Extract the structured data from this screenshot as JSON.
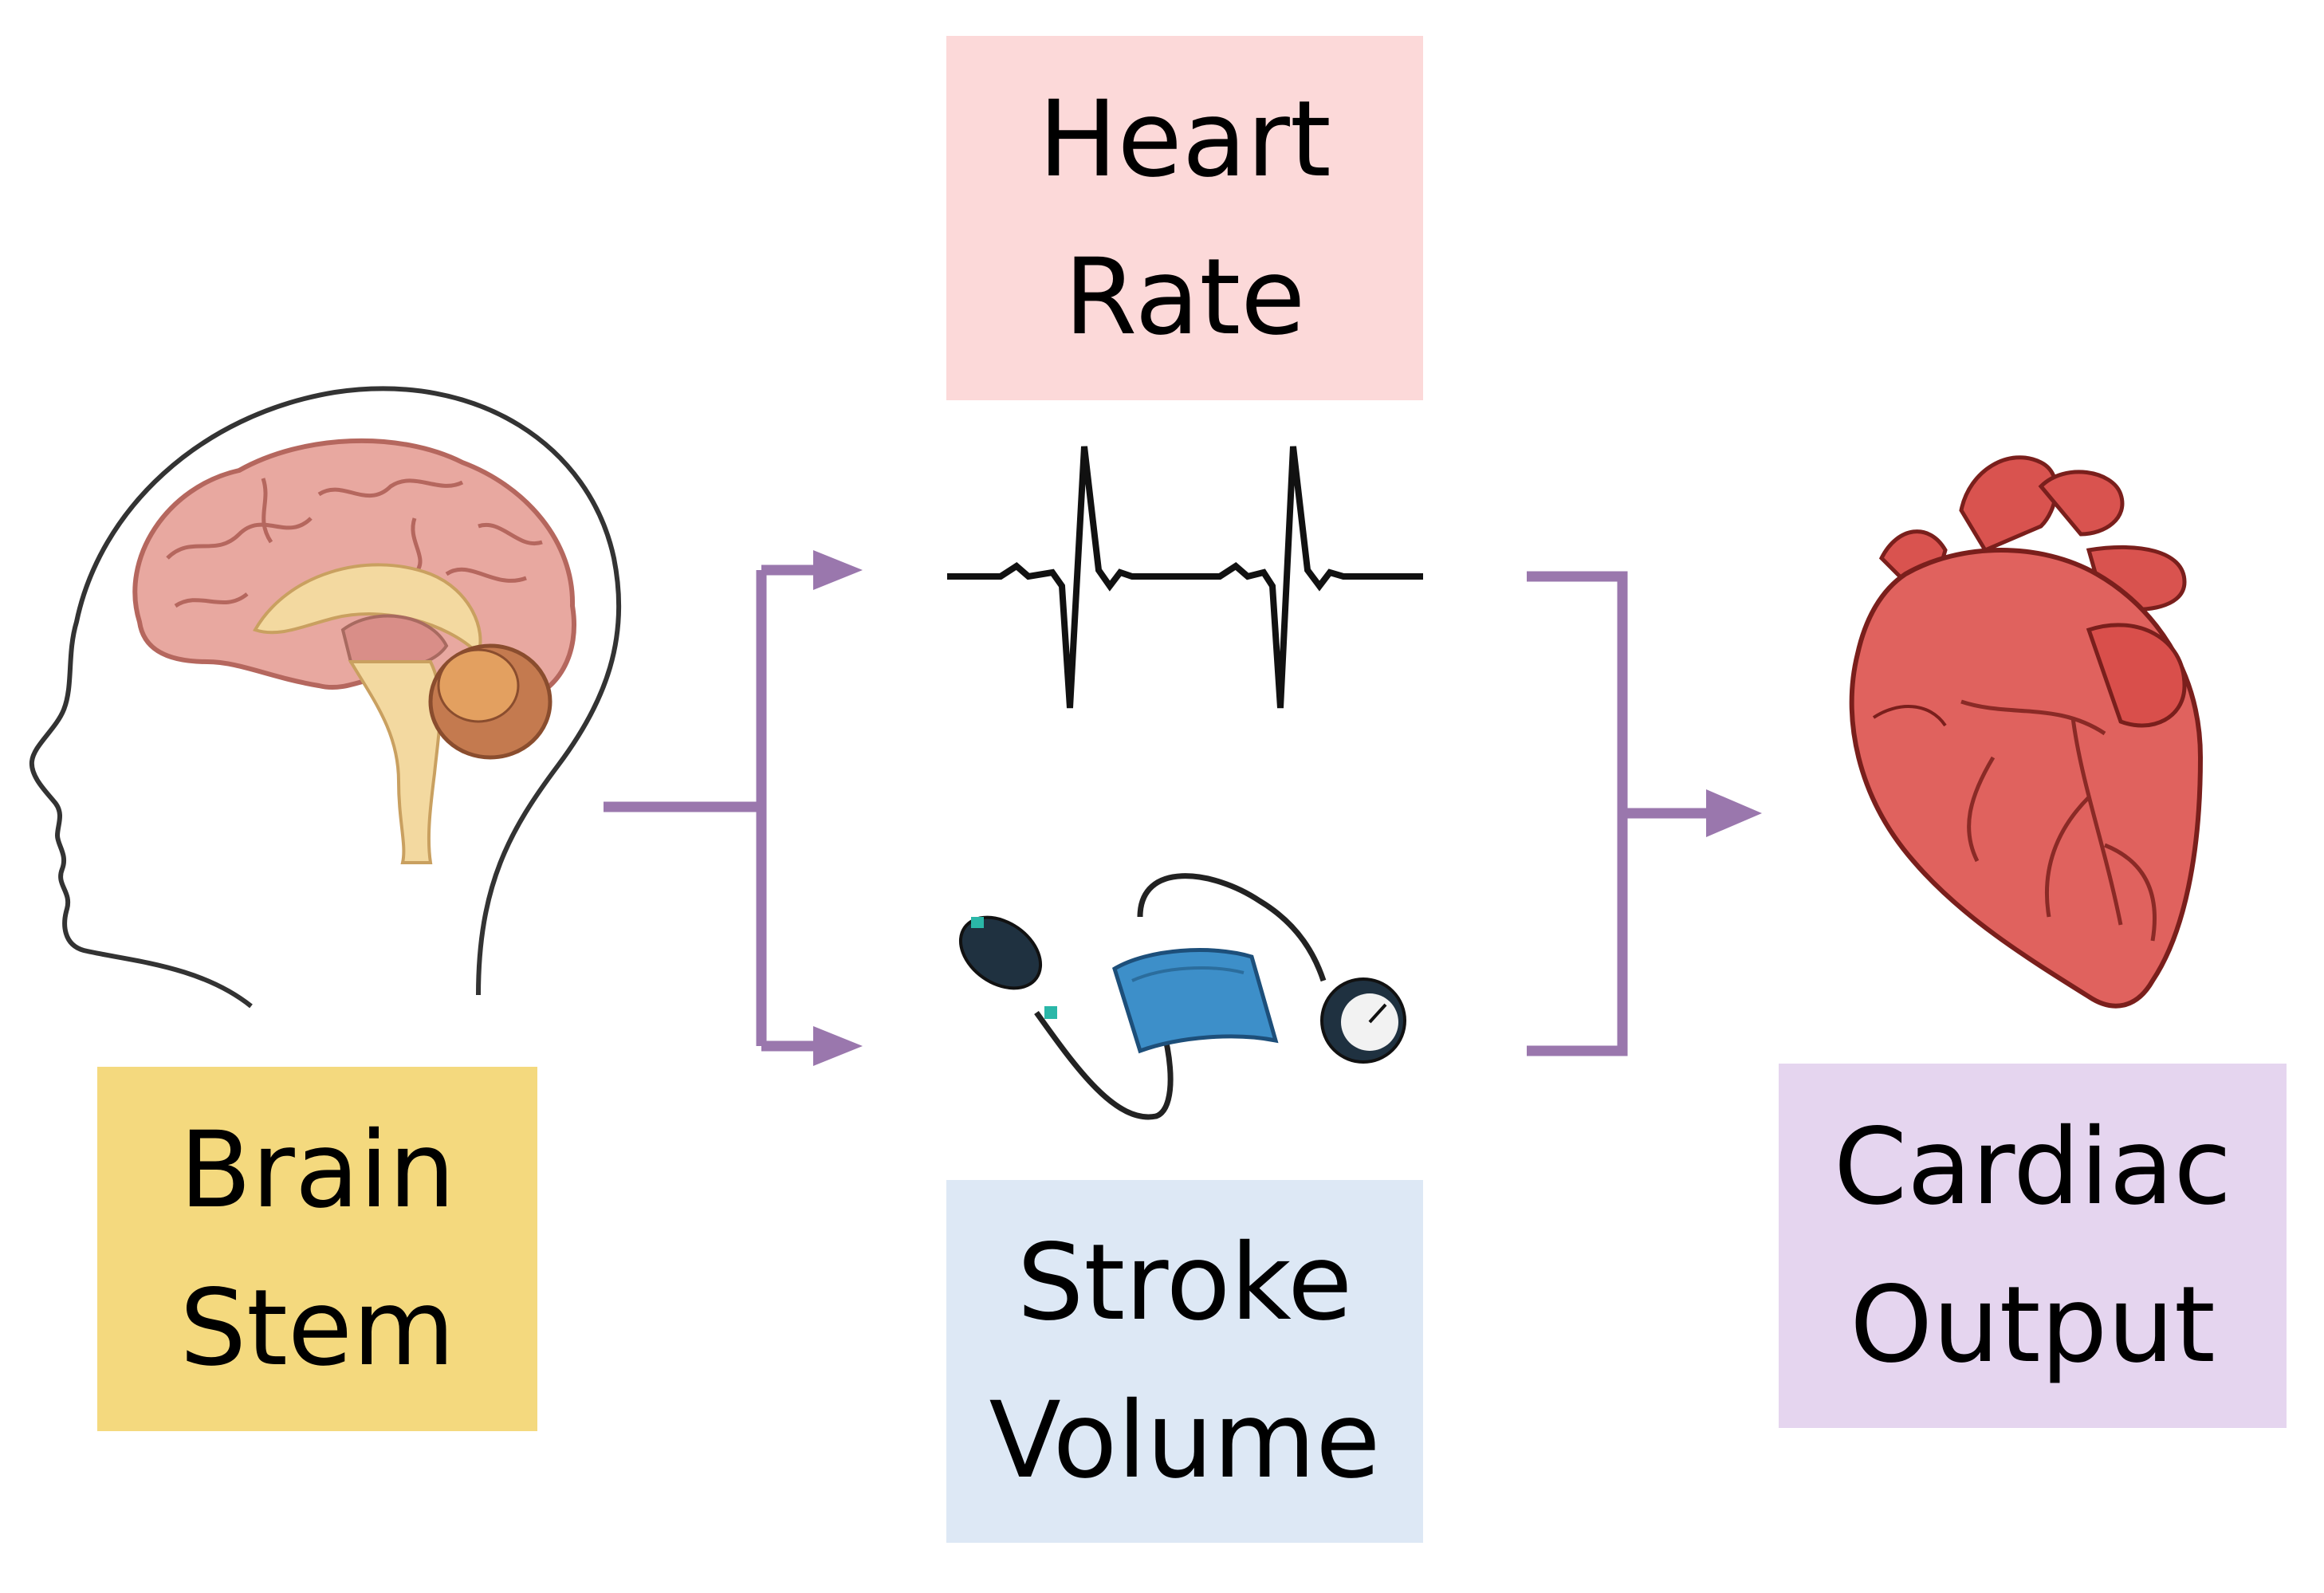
{
  "colors": {
    "heart_rate_box": "#fcd9d9",
    "brain_stem_box": "#f4d97e",
    "stroke_volume_box": "#dde8f5",
    "cardiac_output_box": "#e5d5ef",
    "arrow": "#9a77ad",
    "ecg_line": "#111111",
    "brain": "#e8a8a0",
    "heart": "#e0625e",
    "cuff": "#3d8fc9"
  },
  "labels": {
    "heart_rate": [
      "Heart",
      "Rate"
    ],
    "brain_stem": [
      "Brain",
      "Stem"
    ],
    "stroke_volume": [
      "Stroke",
      "Volume"
    ],
    "cardiac_output": [
      "Cardiac",
      "Output"
    ]
  },
  "icons": {
    "head": "head-brain-icon",
    "ecg": "ecg-trace-icon",
    "sphygmomanometer": "blood-pressure-cuff-icon",
    "heart": "anatomical-heart-icon"
  }
}
